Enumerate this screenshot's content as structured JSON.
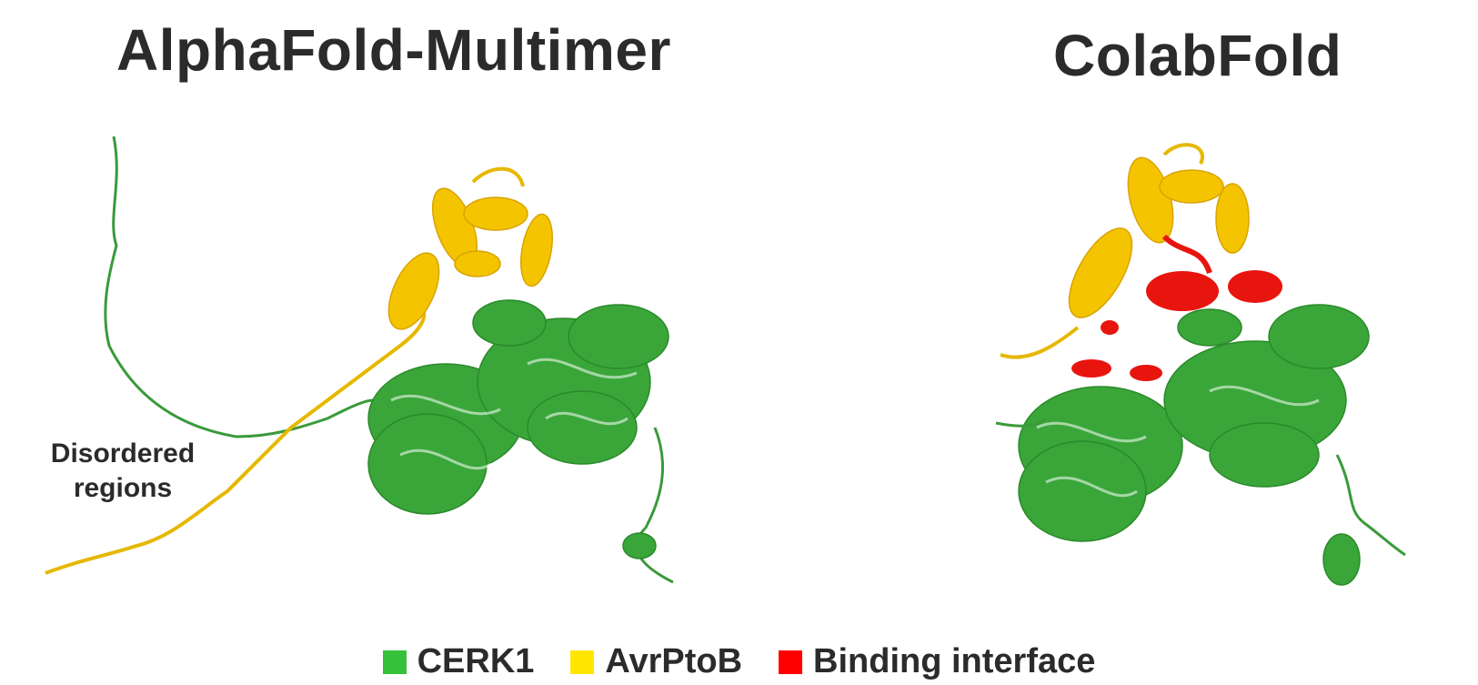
{
  "panels": [
    {
      "title": "AlphaFold-Multimer"
    },
    {
      "title": "ColabFold"
    }
  ],
  "annotation": "Disordered regions",
  "legend": [
    {
      "label": "CERK1",
      "color": "#33c23a"
    },
    {
      "label": "AvrPtoB",
      "color": "#ffe600"
    },
    {
      "label": "Binding interface",
      "color": "#ff0000"
    }
  ],
  "colors": {
    "cerk1": "#3aa63a",
    "avrptob": "#f5c400",
    "interface": "#e8150f"
  }
}
